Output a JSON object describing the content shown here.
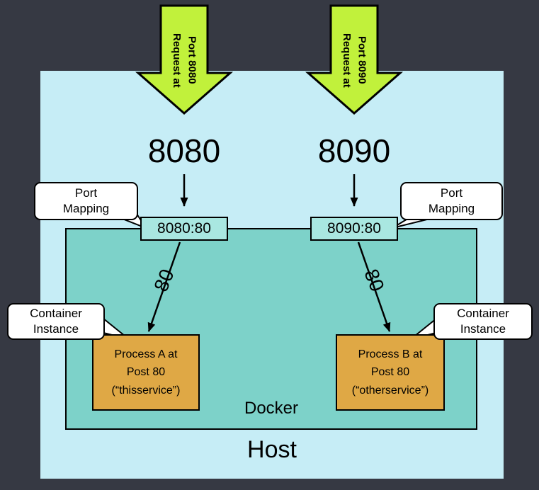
{
  "colors": {
    "background": "#363943",
    "host_fill": "#c6edf6",
    "docker_fill": "#7dd2c9",
    "port_box_fill": "#a9e7e1",
    "request_arrow_fill": "#c1f13b",
    "process_box_fill": "#dfa845",
    "bubble_fill": "#ffffff",
    "line_color": "#000000"
  },
  "host": {
    "label": "Host"
  },
  "docker": {
    "label": "Docker"
  },
  "left": {
    "request_arrow_line1": "Request at",
    "request_arrow_line2": "Port 8080",
    "host_port": "8080",
    "port_mapping": "8080:80",
    "container_port": "80",
    "process_line1": "Process A at",
    "process_line2": "Post 80",
    "process_line3": "(“thisservice”)"
  },
  "right": {
    "request_arrow_line1": "Request at",
    "request_arrow_line2": "Port 8090",
    "host_port": "8090",
    "port_mapping": "8090:80",
    "container_port": "80",
    "process_line1": "Process B at",
    "process_line2": "Post 80",
    "process_line3": "(“otherservice”)"
  },
  "callouts": {
    "port_mapping_left": {
      "line1": "Port",
      "line2": "Mapping"
    },
    "port_mapping_right": {
      "line1": "Port",
      "line2": "Mapping"
    },
    "container_left": {
      "line1": "Container",
      "line2": "Instance"
    },
    "container_right": {
      "line1": "Container",
      "line2": "Instance"
    }
  }
}
